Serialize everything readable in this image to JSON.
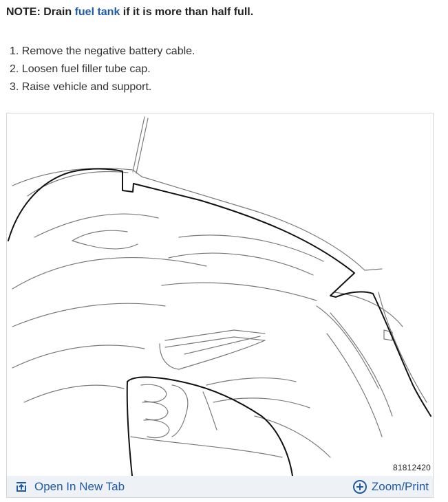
{
  "note": {
    "prefix": "NOTE: Drain ",
    "link_text": "fuel tank",
    "suffix": " if it is more than half full."
  },
  "steps": [
    "1. Remove the negative battery cable.",
    "2. Loosen fuel filler tube cap.",
    "3. Raise vehicle and support."
  ],
  "figure": {
    "id_label": "81812420",
    "open_label": "Open In New Tab",
    "zoom_label": "Zoom/Print",
    "open_icon": "open-in-new-tab-icon",
    "zoom_icon": "zoom-plus-icon"
  },
  "colors": {
    "link": "#1f5aa6",
    "toolbar_bg": "#eef1f5"
  }
}
